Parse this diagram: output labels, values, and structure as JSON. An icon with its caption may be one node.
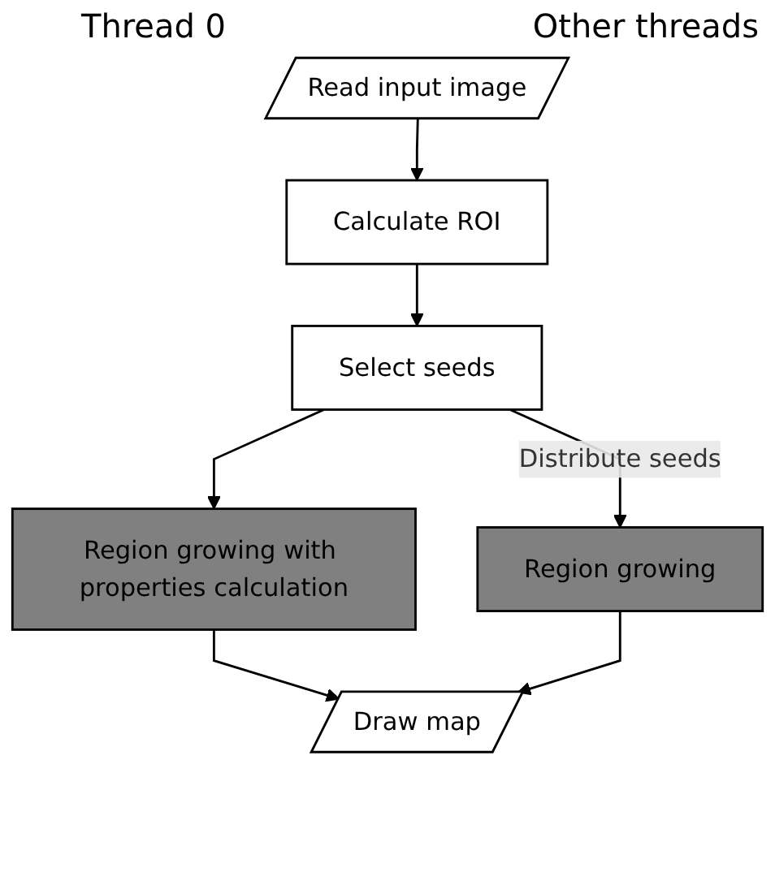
{
  "diagram": {
    "nodes": [
      {
        "text": [
          "Read input image"
        ]
      },
      {
        "text": [
          "Calculate ROI"
        ]
      },
      {
        "text": [
          "Select seeds"
        ]
      },
      {
        "text": [
          "Region growing with properties calculation"
        ]
      },
      {
        "text": [
          "Region growing"
        ]
      },
      {
        "text": [
          "Draw map"
        ]
      }
    ],
    "edges": [
      {
        "from": 0,
        "to": 1,
        "arrow": "to"
      },
      {
        "from": 1,
        "to": 2,
        "arrow": "to"
      },
      {
        "from": 2,
        "to": 3,
        "arrow": "to"
      },
      {
        "from": 2,
        "to": 4,
        "label": "Distribute seeds",
        "arrow": "to"
      },
      {
        "from": 3,
        "to": 5,
        "arrow": "to"
      },
      {
        "from": 4,
        "to": 5,
        "arrow": "to"
      }
    ],
    "labels": [
      "Thread 0",
      "Other threads"
    ]
  }
}
